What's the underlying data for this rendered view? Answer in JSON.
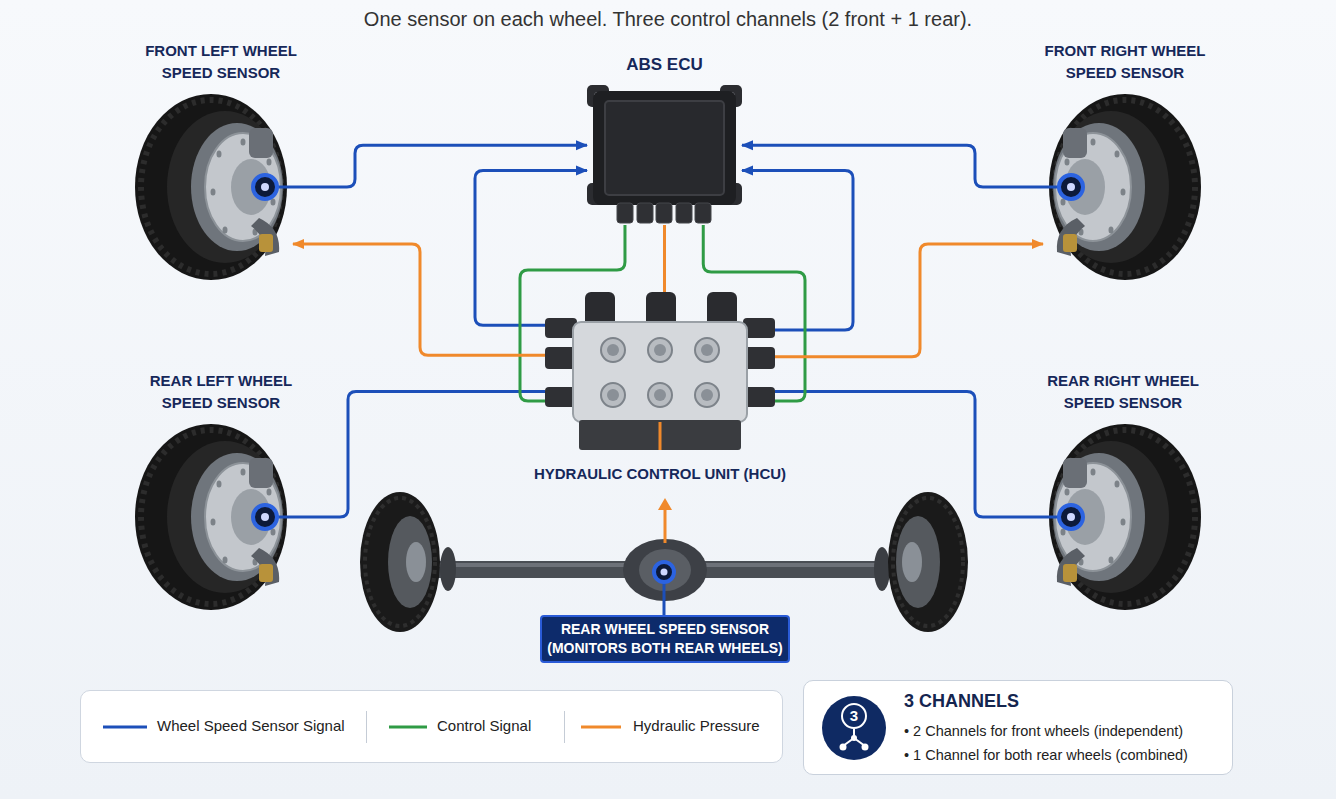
{
  "diagram": {
    "title": "One sensor on each wheel. Three control channels (2 front + 1 rear).",
    "nodes": [
      {
        "text": [
          "FRONT LEFT WHEEL SPEED SENSOR"
        ]
      },
      {
        "text": [
          "ABS ECU"
        ]
      },
      {
        "text": [
          "FRONT RIGHT WHEEL SPEED SENSOR"
        ]
      },
      {
        "text": [
          "REAR LEFT WHEEL SPEED SENSOR"
        ]
      },
      {
        "text": [
          "HYDRAULIC CONTROL UNIT (HCU)"
        ]
      },
      {
        "text": [
          "REAR RIGHT WHEEL SPEED SENSOR"
        ]
      },
      {
        "text": [
          "REAR WHEEL SPEED SENSOR (MONITORS BOTH REAR WHEELS)"
        ]
      },
      {
        "text": [
          "3 CHANNELS",
          "• 2 Channels for front wheels (independent)",
          "• 1 Channel for both rear wheels (combined)"
        ]
      },
      {
        "text": [
          "3"
        ],
        "in": 7
      }
    ],
    "edges": [
      {
        "from": 0,
        "to": 1,
        "arrow": "to"
      },
      {
        "from": 2,
        "to": 1,
        "arrow": "to"
      },
      {
        "from": 4,
        "to": 1,
        "arrow": "to"
      },
      {
        "from": 4,
        "to": 1,
        "arrow": "to"
      },
      {
        "from": 3,
        "to": 4,
        "arrow": "none"
      },
      {
        "from": 5,
        "to": 4,
        "arrow": "none"
      },
      {
        "from": 1,
        "to": 4,
        "arrow": "none"
      },
      {
        "from": 1,
        "to": 4,
        "arrow": "none"
      },
      {
        "from": 1,
        "to": 4,
        "arrow": "none"
      },
      {
        "from": 4,
        "to": 0,
        "arrow": "to"
      },
      {
        "from": 4,
        "to": 2,
        "arrow": "to"
      }
    ],
    "legend": [
      {
        "text": "Wheel Speed Sensor Signal"
      },
      {
        "text": "Control Signal"
      },
      {
        "text": "Hydraulic Pressure"
      }
    ]
  }
}
